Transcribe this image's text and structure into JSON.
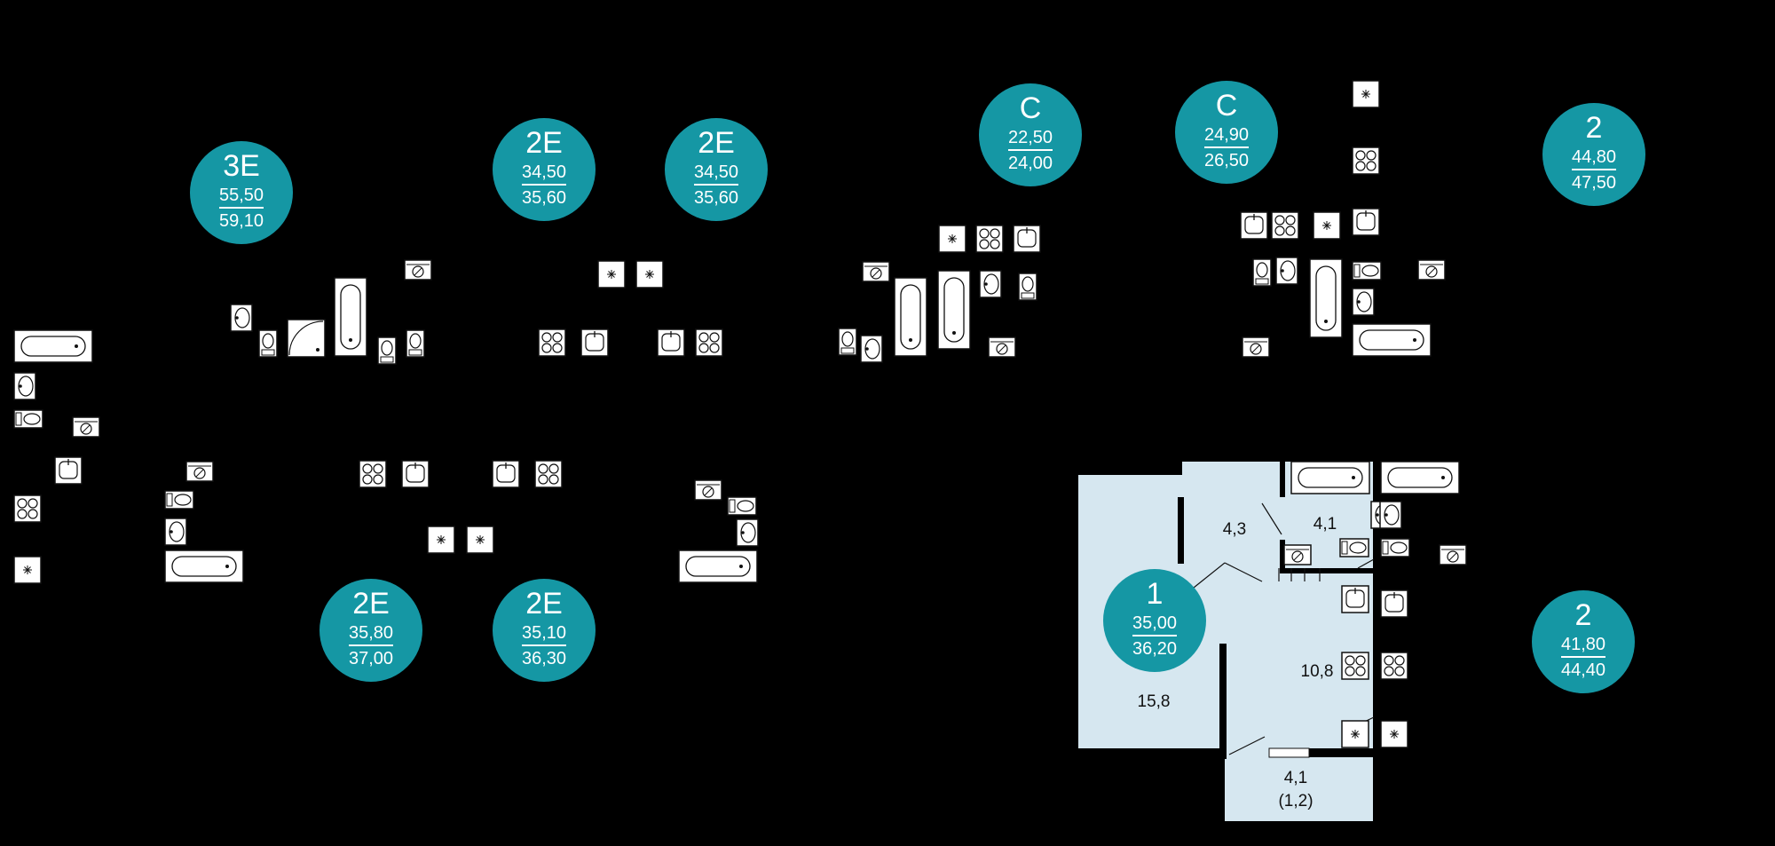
{
  "badges": [
    {
      "type": "3E",
      "area_living": "55,50",
      "area_total": "59,10"
    },
    {
      "type": "2E",
      "area_living": "34,50",
      "area_total": "35,60"
    },
    {
      "type": "2E",
      "area_living": "34,50",
      "area_total": "35,60"
    },
    {
      "type": "C",
      "area_living": "22,50",
      "area_total": "24,00"
    },
    {
      "type": "C",
      "area_living": "24,90",
      "area_total": "26,50"
    },
    {
      "type": "2",
      "area_living": "44,80",
      "area_total": "47,50"
    },
    {
      "type": "2E",
      "area_living": "35,80",
      "area_total": "37,00"
    },
    {
      "type": "2E",
      "area_living": "35,10",
      "area_total": "36,30"
    },
    {
      "type": "1",
      "area_living": "35,00",
      "area_total": "36,20"
    },
    {
      "type": "2",
      "area_living": "41,80",
      "area_total": "44,40"
    }
  ],
  "rooms": {
    "living_room": "15,8",
    "hallway": "4,3",
    "bathroom": "4,1",
    "kitchen": "10,8",
    "balcony": "4,1",
    "balcony_reduced": "(1,2)"
  },
  "colors": {
    "badge": "#1597a4",
    "room_fill": "#d6e7f0",
    "background": "#000000"
  }
}
